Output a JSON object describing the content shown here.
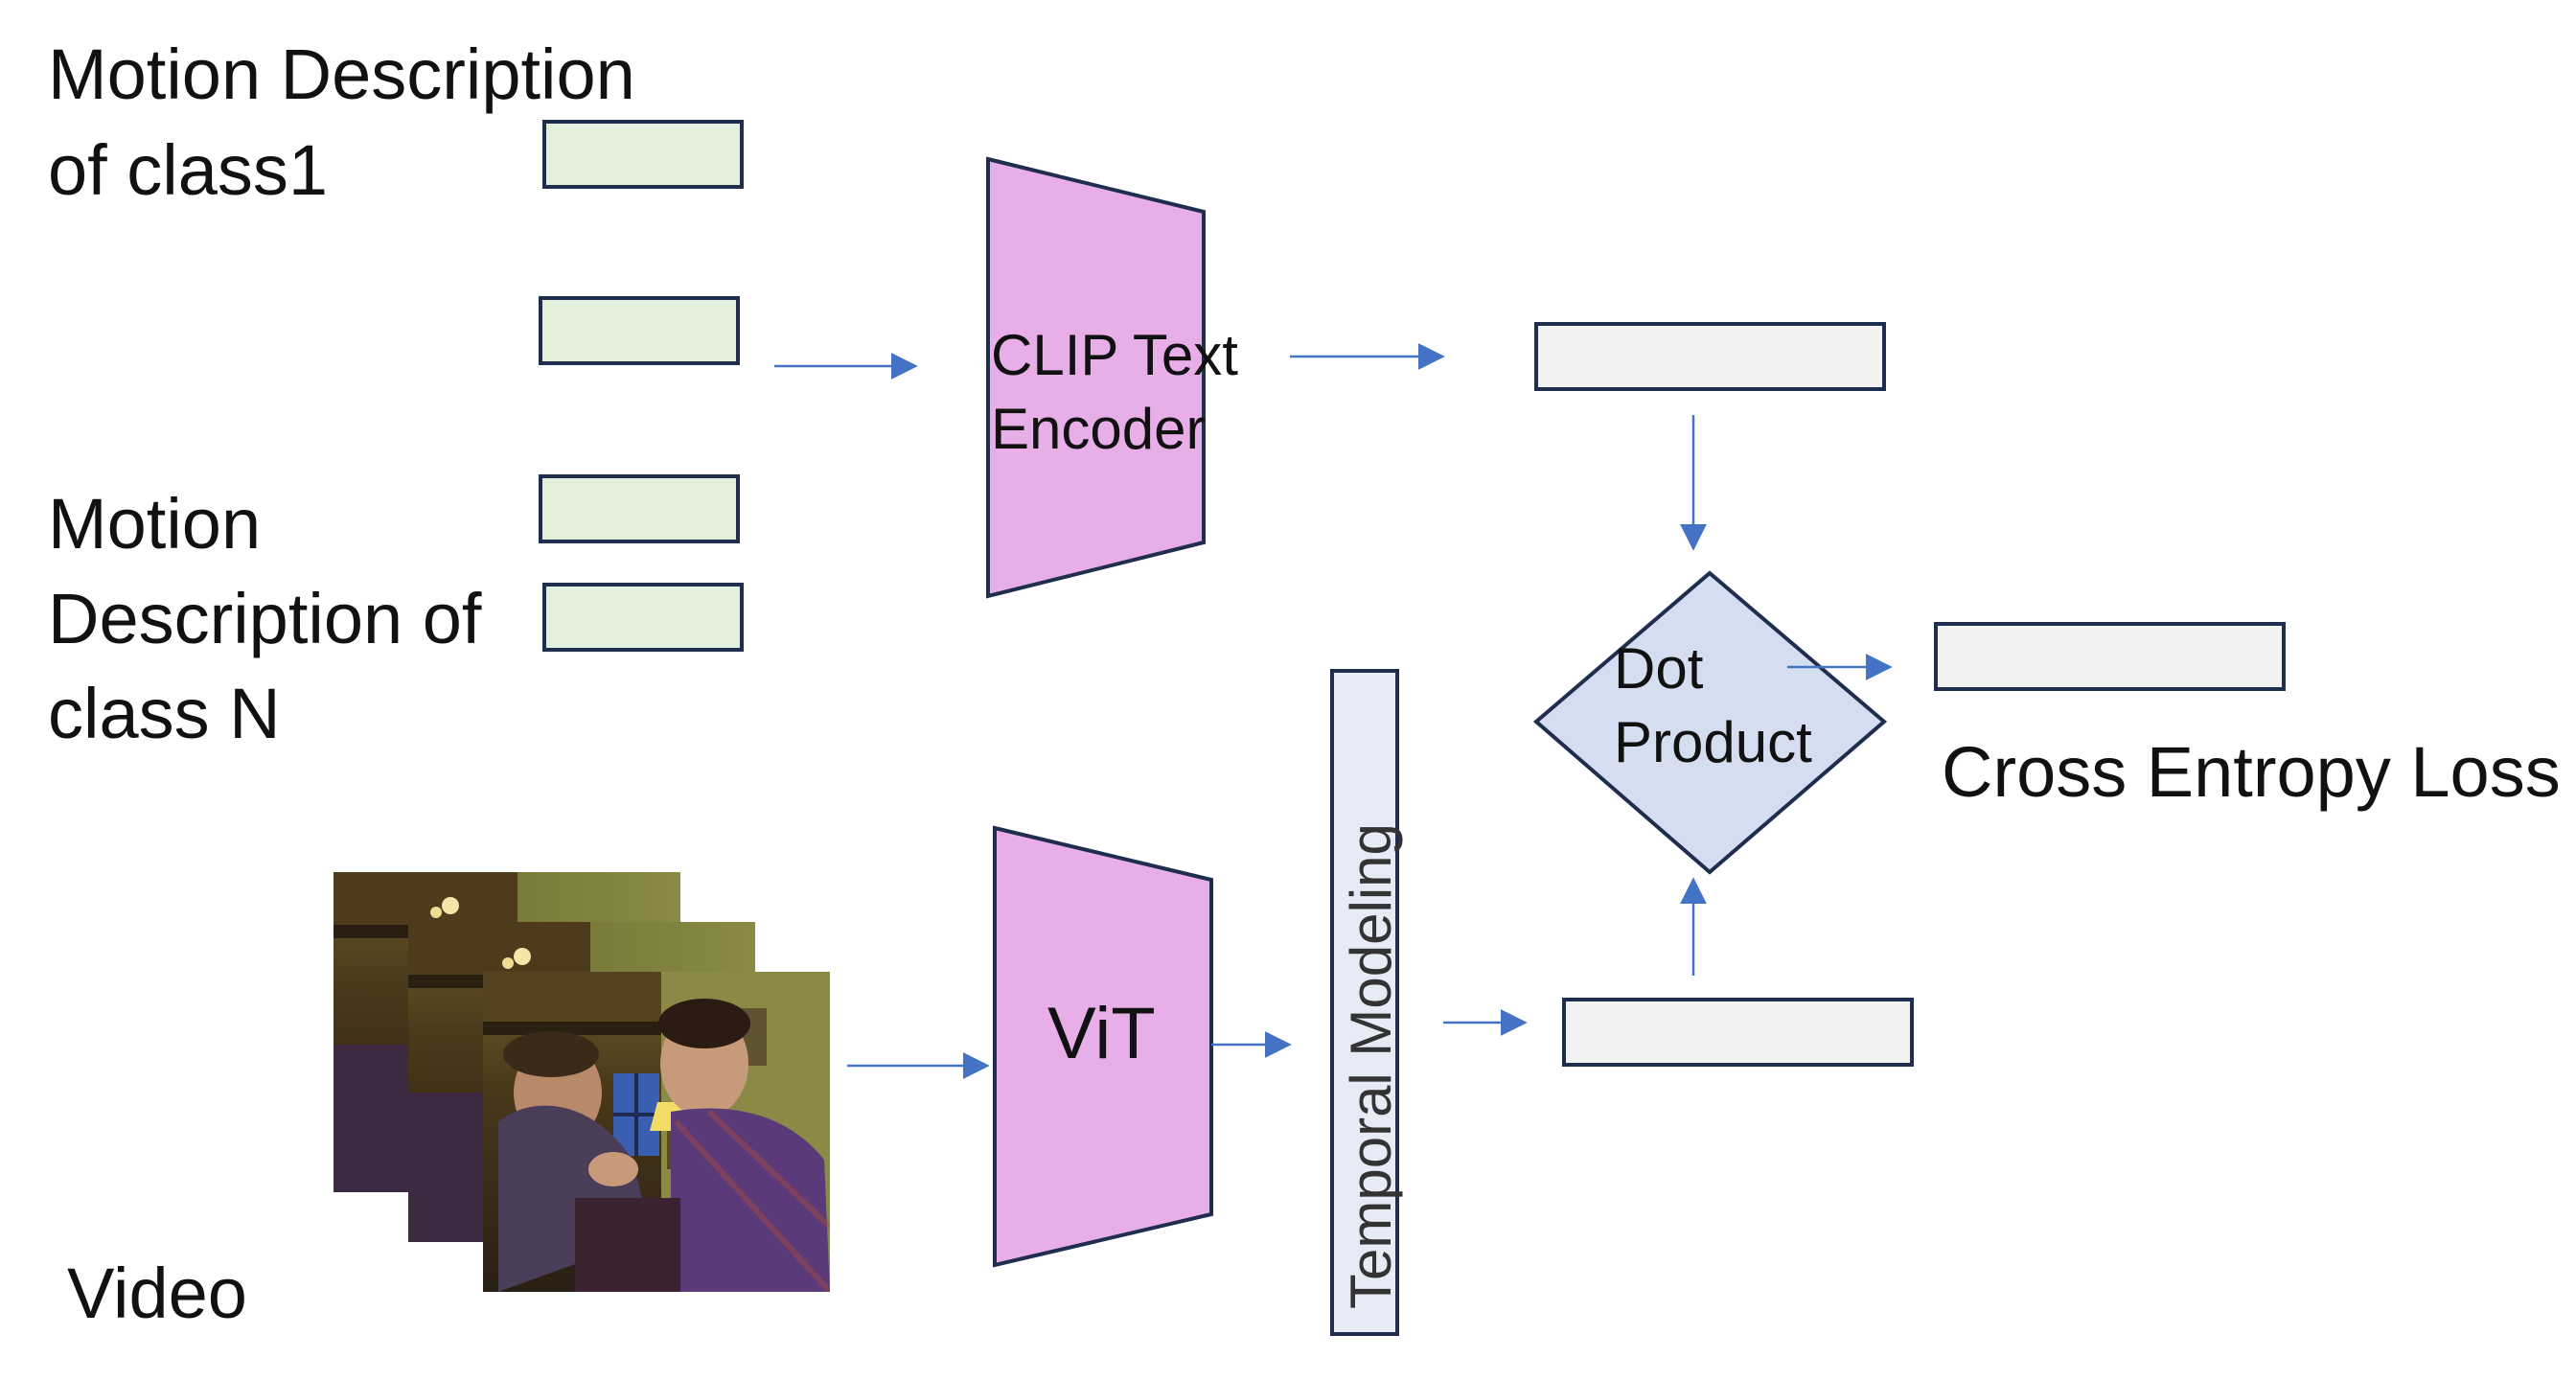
{
  "labels": {
    "motion_desc_class1_line1": "Motion Description",
    "motion_desc_class1_line2": "of class1",
    "motion_desc_classN_line1": "Motion",
    "motion_desc_classN_line2": "Description of",
    "motion_desc_classN_line3": "class N",
    "video": "Video",
    "clip_text_encoder_line1": "CLIP Text",
    "clip_text_encoder_line2": "Encoder",
    "vit": "ViT",
    "temporal_modeling": "Temporal Modeling",
    "dot_product_line1": "Dot",
    "dot_product_line2": "Product",
    "cross_entropy_loss": "Cross Entropy Loss"
  },
  "colors": {
    "text_embedding_fill": "#e2efda",
    "encoder_fill": "#e8aee8",
    "feature_fill": "#f2f2f2",
    "dot_product_fill": "#d4def0",
    "temporal_fill": "#e6ebf5",
    "outline": "#1f2d4e",
    "arrow": "#4472c4"
  },
  "icons": {
    "video_frames": "video-frame-stack"
  }
}
